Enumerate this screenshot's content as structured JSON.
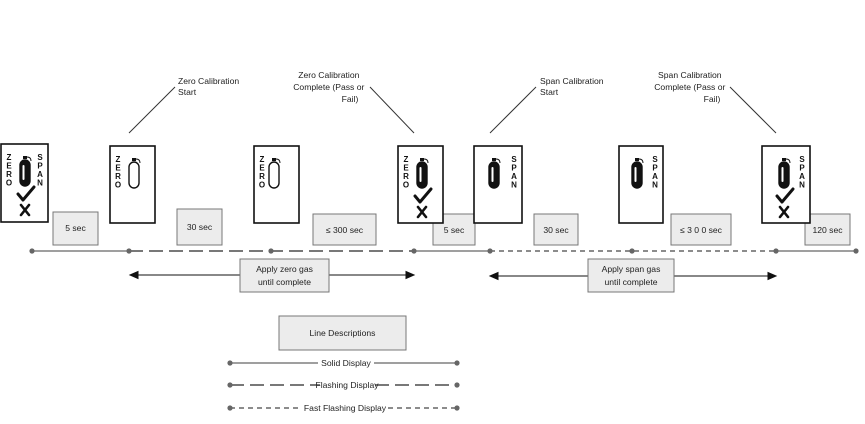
{
  "annotations": {
    "zero_start": [
      "Zero Calibration",
      "Start"
    ],
    "zero_complete": [
      "Zero Calibration",
      "Complete (Pass or",
      "Fail)"
    ],
    "span_start": [
      "Span Calibration",
      "Start"
    ],
    "span_complete": [
      "Span Calibration",
      "Complete (Pass or",
      "Fail)"
    ]
  },
  "display_text": {
    "zero": [
      "Z",
      "E",
      "R",
      "O"
    ],
    "span": [
      "S",
      "P",
      "A",
      "N"
    ]
  },
  "durations": [
    "5 sec",
    "30 sec",
    "≤ 300 sec",
    "5 sec",
    "30 sec",
    "≤ 3 0 0 sec",
    "120 sec"
  ],
  "apply_zero": [
    "Apply zero gas",
    "until complete"
  ],
  "apply_span": [
    "Apply span gas",
    "until complete"
  ],
  "legend": {
    "title": "Line Descriptions",
    "items": [
      {
        "label": "Solid Display",
        "style": "solid"
      },
      {
        "label": "Flashing Display",
        "style": "dashed"
      },
      {
        "label": "Fast Flashing Display",
        "style": "dotted"
      }
    ]
  },
  "colors": {
    "line": "#555555",
    "box_fill": "#ececec",
    "box_stroke": "#777777",
    "device_stroke": "#111111"
  }
}
